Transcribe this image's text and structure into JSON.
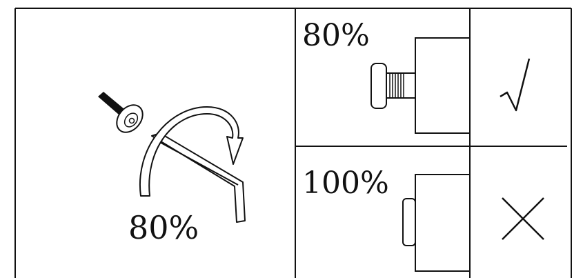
{
  "left_panel": {
    "percent_label": "80%"
  },
  "right_top": {
    "percent_label": "80%",
    "result_icon": "checkmark-icon"
  },
  "right_bottom": {
    "percent_label": "100%",
    "result_icon": "cross-icon"
  },
  "colors": {
    "line": "#111111",
    "screw_body": "#111111",
    "background": "#ffffff"
  }
}
